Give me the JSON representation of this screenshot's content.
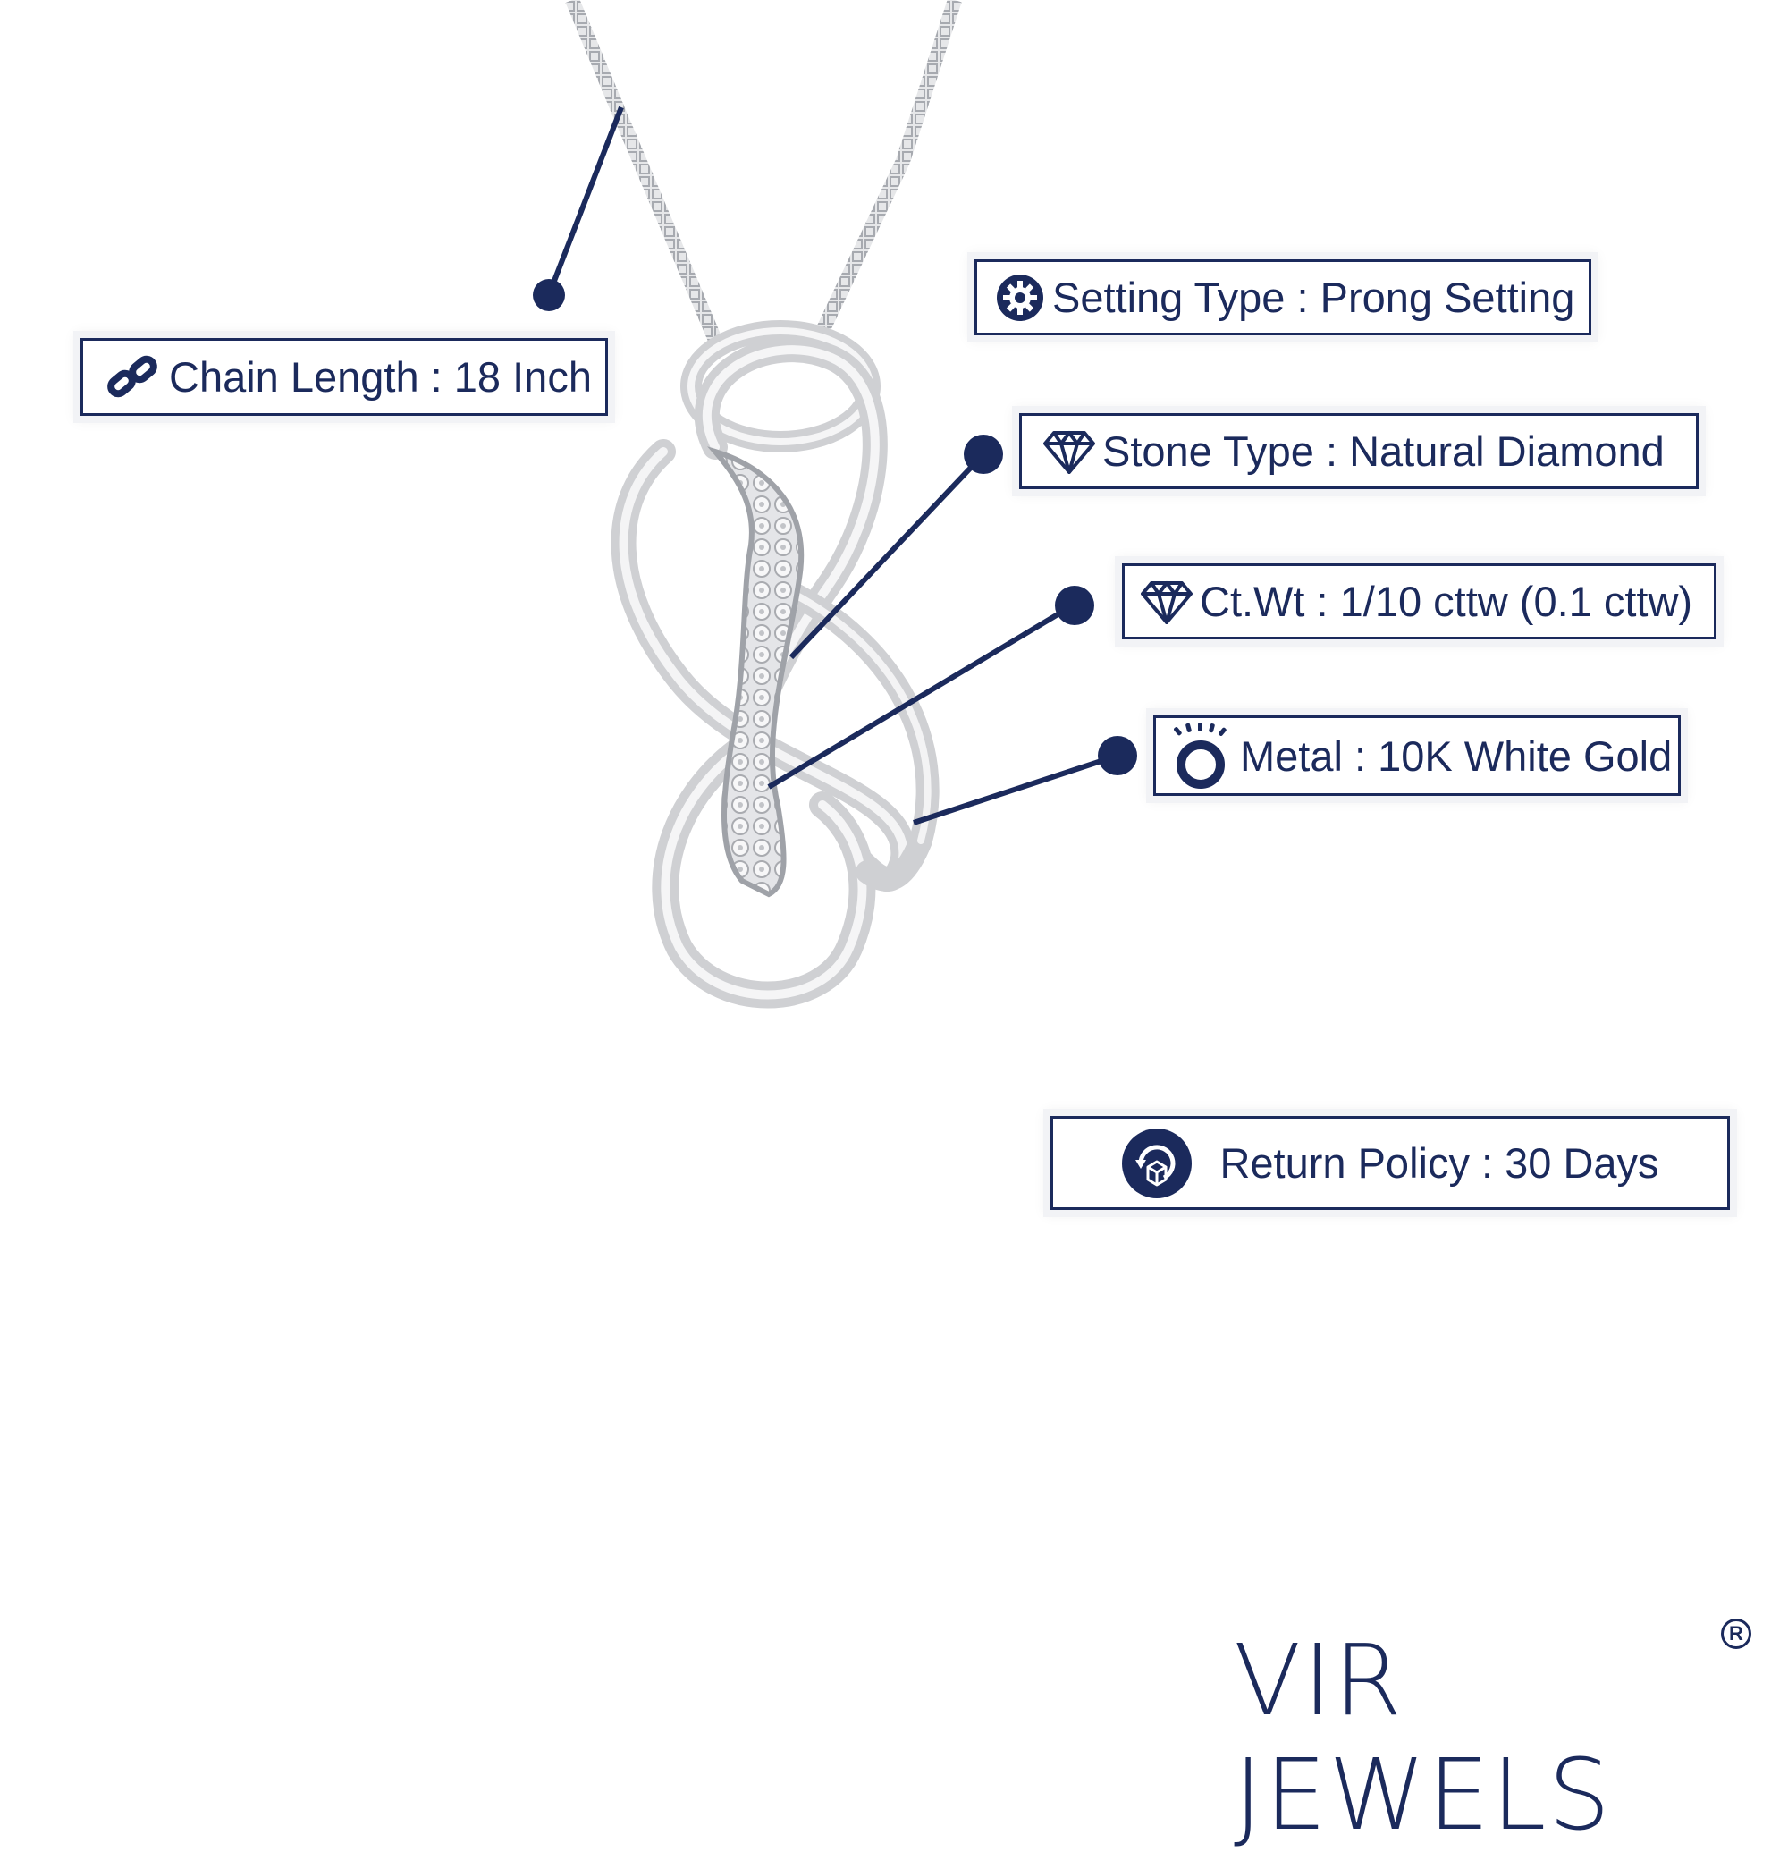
{
  "colors": {
    "accent": "#1b2a5c",
    "metal": "#d9dadd",
    "background": "#ffffff"
  },
  "callouts": {
    "chain": {
      "icon": "chain-link-icon",
      "text": "Chain Length : 18 Inch"
    },
    "setting": {
      "icon": "gear-icon",
      "text": "Setting Type : Prong Setting"
    },
    "stone": {
      "icon": "diamond-icon",
      "text": "Stone Type : Natural Diamond"
    },
    "ctwt": {
      "icon": "diamond-icon",
      "text": "Ct.Wt : 1/10 cttw (0.1 cttw)"
    },
    "metal": {
      "icon": "ring-icon",
      "text": "Metal : 10K White Gold"
    },
    "return": {
      "icon": "return-box-icon",
      "text": "Return Policy : 30 Days"
    }
  },
  "brand": {
    "name": "VIR JEWELS",
    "mark": "R"
  }
}
